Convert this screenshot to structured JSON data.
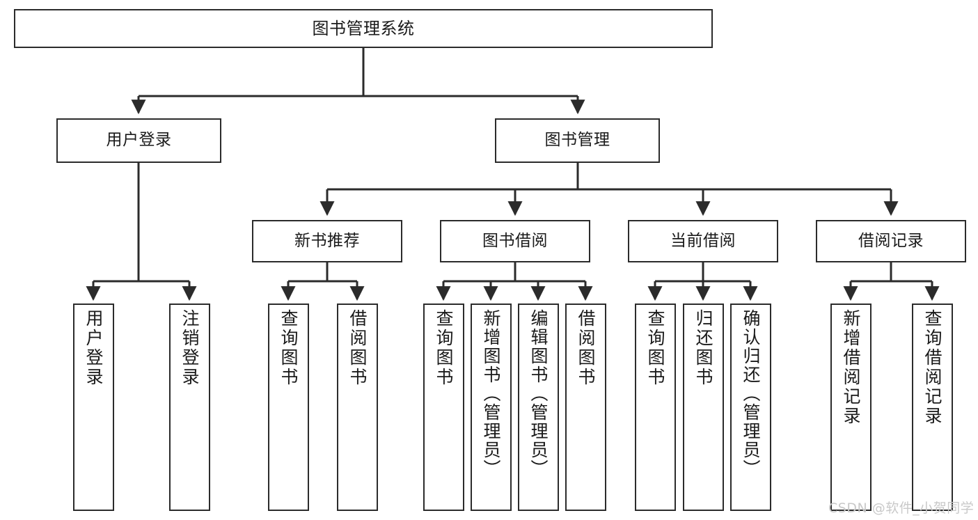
{
  "diagram": {
    "title": "图书管理系统",
    "type": "tree-hierarchy",
    "stroke_color": "#2b2b2b",
    "fill_color": "#ffffff",
    "text_color": "#1a1a1a",
    "background": "#ffffff"
  },
  "nodes": {
    "root": {
      "label": "图书管理系统"
    },
    "level2": [
      {
        "label": "用户登录"
      },
      {
        "label": "图书管理"
      }
    ],
    "level3": [
      {
        "label": "新书推荐"
      },
      {
        "label": "图书借阅"
      },
      {
        "label": "当前借阅"
      },
      {
        "label": "借阅记录"
      }
    ],
    "leaves": {
      "user_login": [
        {
          "label": "用户登录"
        },
        {
          "label": "注销登录"
        }
      ],
      "new_book_recommend": [
        {
          "label": "查询图书"
        },
        {
          "label": "借阅图书"
        }
      ],
      "book_borrow": [
        {
          "label": "查询图书"
        },
        {
          "label": "新增图书（管理员）"
        },
        {
          "label": "编辑图书（管理员）"
        },
        {
          "label": "借阅图书"
        }
      ],
      "current_borrow": [
        {
          "label": "查询图书"
        },
        {
          "label": "归还图书"
        },
        {
          "label": "确认归还（管理员）"
        }
      ],
      "borrow_record": [
        {
          "label": "新增借阅记录"
        },
        {
          "label": "查询借阅记录"
        }
      ]
    }
  },
  "watermark": {
    "text": "CSDN @软件_小贺同学"
  }
}
